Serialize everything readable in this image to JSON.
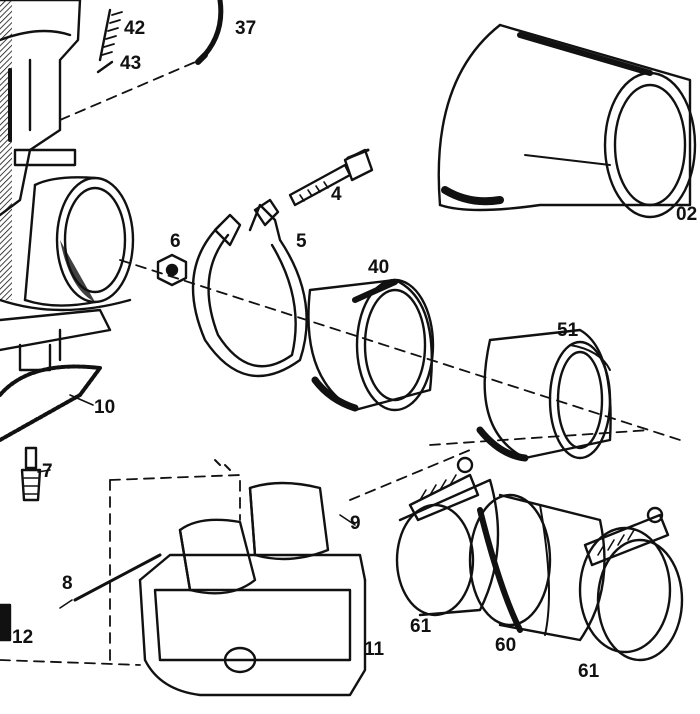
{
  "diagram": {
    "callouts": [
      {
        "id": "42",
        "text": "42"
      },
      {
        "id": "43",
        "text": "43"
      },
      {
        "id": "37",
        "text": "37"
      },
      {
        "id": "02",
        "text": "02"
      },
      {
        "id": "4",
        "text": "4"
      },
      {
        "id": "6",
        "text": "6"
      },
      {
        "id": "5",
        "text": "5"
      },
      {
        "id": "40",
        "text": "40"
      },
      {
        "id": "51",
        "text": "51"
      },
      {
        "id": "10",
        "text": "10"
      },
      {
        "id": "7",
        "text": "7"
      },
      {
        "id": "9",
        "text": "9"
      },
      {
        "id": "8",
        "text": "8"
      },
      {
        "id": "61a",
        "text": "61"
      },
      {
        "id": "60",
        "text": "60"
      },
      {
        "id": "61b",
        "text": "61"
      },
      {
        "id": "11",
        "text": "11"
      },
      {
        "id": "12",
        "text": "12"
      }
    ]
  },
  "colors": {
    "ink": "#111111",
    "paper": "#ffffff"
  }
}
